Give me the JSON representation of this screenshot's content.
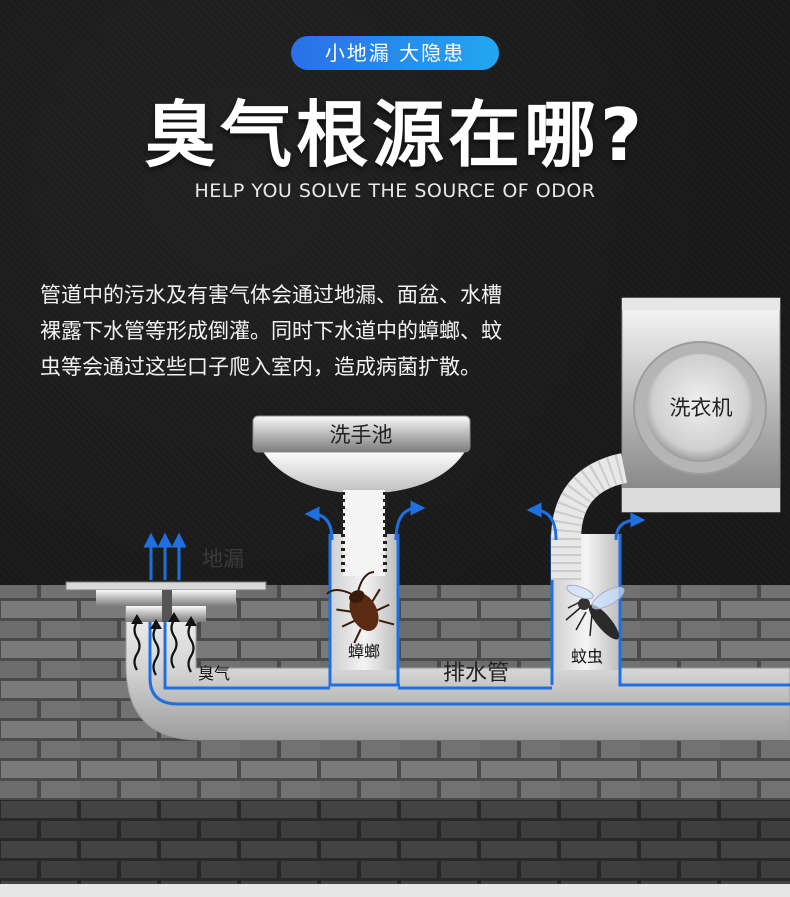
{
  "header": {
    "badge": "小地漏  大隐患",
    "title": "臭气根源在哪?",
    "subtitle": "HELP YOU SOLVE THE SOURCE OF ODOR"
  },
  "description": {
    "lines": [
      "管道中的污水及有害气体会通过地漏、面盆、水槽",
      "裸露下水管等形成倒灌。同时下水道中的蟑螂、蚊",
      "虫等会通过这些口子爬入室内，造成病菌扩散。"
    ]
  },
  "diagram": {
    "sink_label": "洗手池",
    "washer_label": "洗衣机",
    "drain_label": "地漏",
    "odor_label": "臭气",
    "cockroach_label": "蟑螂",
    "pipe_label": "排水管",
    "mosquito_label": "蚊虫"
  },
  "colors": {
    "accent_blue": "#2a7fe8",
    "flow_blue": "#1f6fe0",
    "brick": "#6f6f6f",
    "pipe": "#dcdcdc"
  }
}
